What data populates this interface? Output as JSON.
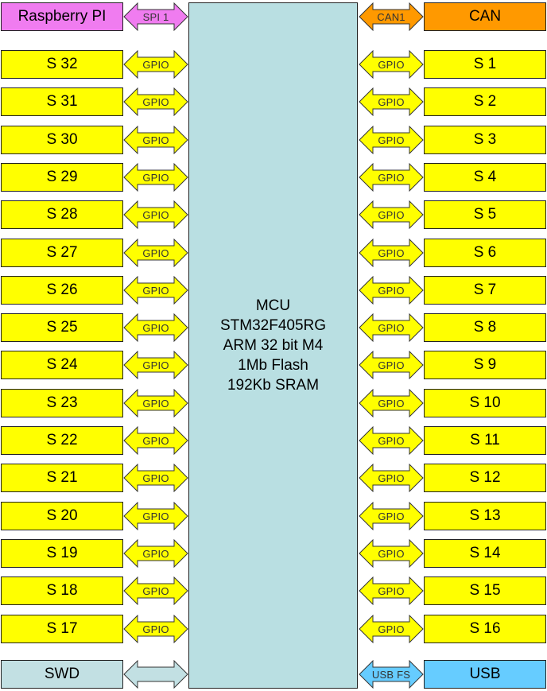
{
  "mcu": {
    "lines": [
      "MCU",
      "STM32F405RG",
      "ARM 32 bit M4",
      "1Mb Flash",
      "192Kb SRAM"
    ]
  },
  "top_left": {
    "label": "Raspberry PI",
    "link": "SPI 1",
    "color": "#f07cf0",
    "arrow_color": "#f07cf0"
  },
  "top_right": {
    "label": "CAN",
    "link": "CAN1",
    "color": "#ff9900",
    "arrow_color": "#ff9900"
  },
  "bottom_left": {
    "label": "SWD",
    "link": "",
    "color": "#c2e0e3",
    "arrow_color": "#c2e0e3"
  },
  "bottom_right": {
    "label": "USB",
    "link": "USB FS",
    "color": "#66ccff",
    "arrow_color": "#66ccff"
  },
  "gpio_label": "GPIO",
  "slot_color": "#ffff00",
  "left_slots": [
    "S 32",
    "S 31",
    "S 30",
    "S 29",
    "S 28",
    "S 27",
    "S 26",
    "S 25",
    "S 24",
    "S 23",
    "S 22",
    "S 21",
    "S 20",
    "S 19",
    "S 18",
    "S 17"
  ],
  "right_slots": [
    "S 1",
    "S 2",
    "S 3",
    "S 4",
    "S 5",
    "S 6",
    "S 7",
    "S 8",
    "S 9",
    "S 10",
    "S 11",
    "S 12",
    "S 13",
    "S 14",
    "S 15",
    "S 16"
  ]
}
